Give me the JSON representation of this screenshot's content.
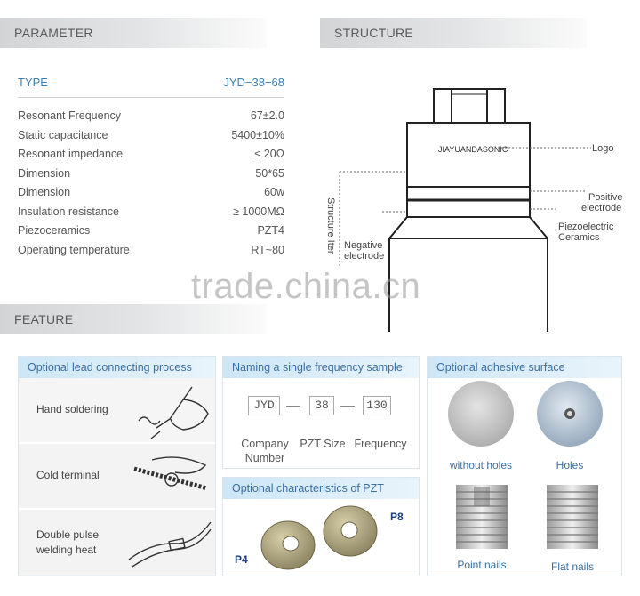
{
  "parameter": {
    "heading": "PARAMETER",
    "type_label": "TYPE",
    "type_value": "JYD−38−68",
    "rows": [
      {
        "label": "Resonant Frequency",
        "value": "67±2.0"
      },
      {
        "label": "Static capacitance",
        "value": "5400±10%"
      },
      {
        "label": "Resonant impedance",
        "value": "≤ 20Ω"
      },
      {
        "label": "Dimension",
        "value": "50*65"
      },
      {
        "label": "Dimension",
        "value": "60w"
      },
      {
        "label": "Insulation resistance",
        "value": "≥ 1000MΩ"
      },
      {
        "label": "Piezoceramics",
        "value": "PZT4"
      },
      {
        "label": "Operating temperature",
        "value": "RT~80"
      }
    ]
  },
  "structure": {
    "heading": "STRUCTURE",
    "brand": "JIAYUANDASONIC",
    "callouts": {
      "logo": "Logo",
      "positive": [
        "Positive",
        "electrode"
      ],
      "piezo": [
        "Piezoelectric",
        "Ceramics"
      ],
      "negative": [
        "Negative",
        "electrode"
      ],
      "side": "Structure Iter"
    }
  },
  "watermark": "trade.china.cn",
  "feature": {
    "heading": "FEATURE",
    "lead": {
      "title": "Optional lead connecting process",
      "items": [
        {
          "label": "Hand soldering"
        },
        {
          "label": "Cold terminal"
        },
        {
          "label": "Double pulse",
          "label2": "welding heat"
        }
      ]
    },
    "naming": {
      "title": "Naming a single frequency sample",
      "boxes": [
        "JYD",
        "38",
        "130"
      ],
      "labels": {
        "company": [
          "Company",
          "Number"
        ],
        "size": "PZT Size",
        "freq": "Frequency"
      }
    },
    "pzt": {
      "title": "Optional characteristics of PZT",
      "p4": "P4",
      "p8": "P8"
    },
    "adhesive": {
      "title": "Optional adhesive surface",
      "without_holes": "without holes",
      "holes": "Holes",
      "point_nails": "Point nails",
      "flat_nails": "Flat nails"
    }
  }
}
